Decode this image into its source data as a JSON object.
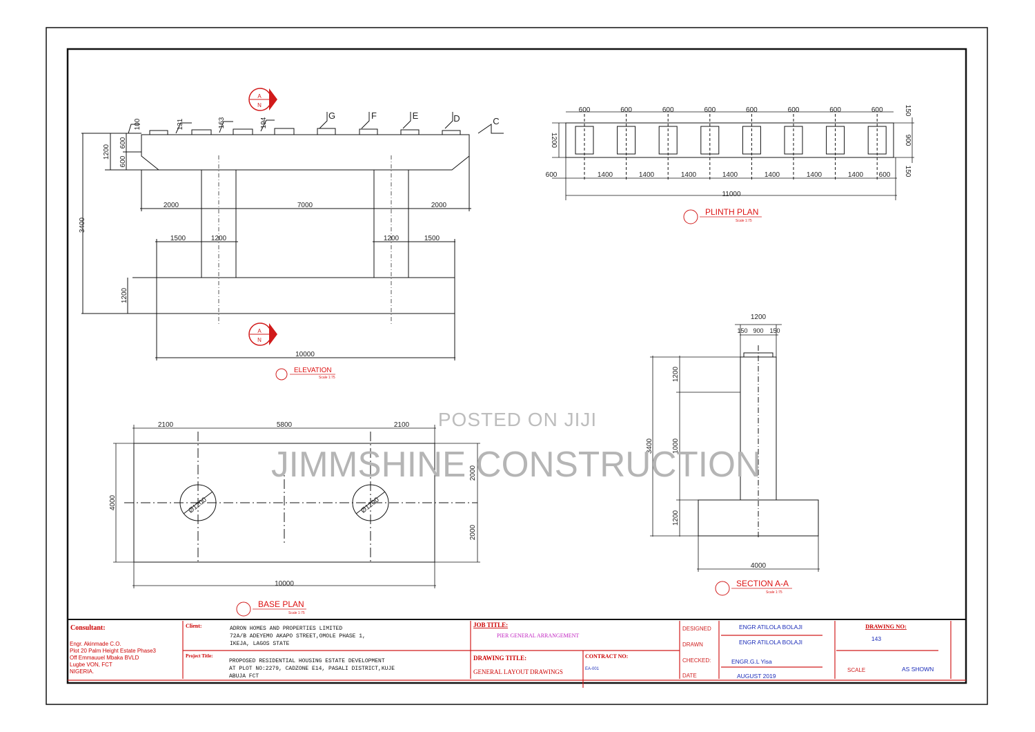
{
  "drawings": {
    "elevation": {
      "title": "ELEVATION",
      "scale": "Scale 1:75",
      "section_marker": {
        "letter": "A",
        "north": "N"
      },
      "section_marks": [
        "G",
        "F",
        "E",
        "D",
        "C"
      ],
      "dims": {
        "height_total": "3400",
        "cap_height": "1200",
        "cap_upper": "600",
        "cap_lower": "600",
        "base_height": "1200",
        "top_steps": [
          "100",
          "131",
          "163",
          "194"
        ],
        "cap_span": [
          "2000",
          "7000",
          "2000"
        ],
        "base_span": [
          "1500",
          "1200",
          "1200",
          "1500"
        ],
        "base_width": "10000"
      }
    },
    "plinth_plan": {
      "title": "PLINTH PLAN",
      "scale": "Scale 1:75",
      "top_dims": [
        "600",
        "600",
        "600",
        "600",
        "600",
        "600",
        "600",
        "600"
      ],
      "bottom_dims": [
        "600",
        "1400",
        "1400",
        "1400",
        "1400",
        "1400",
        "1400",
        "1400",
        "600"
      ],
      "total": "11000",
      "left_dim": "1200",
      "right_dims": [
        "150",
        "900",
        "150"
      ]
    },
    "base_plan": {
      "title": "BASE PLAN",
      "scale": "Scale 1:75",
      "top_dims": [
        "2100",
        "5800",
        "2100"
      ],
      "left_dim": "4000",
      "right_dims": [
        "2000",
        "2000"
      ],
      "bottom_dim": "10000",
      "pile_dia": "Ø1200"
    },
    "section_aa": {
      "title": "SECTION A-A",
      "scale": "Scale 1:75",
      "top_dims": {
        "total": "1200",
        "parts": [
          "150",
          "900",
          "150"
        ]
      },
      "left_dims": {
        "total": "3400",
        "parts": [
          "1200",
          "1000",
          "1200"
        ]
      },
      "bottom_dim": "4000"
    }
  },
  "watermark": {
    "line1": "POSTED ON JIJI",
    "line2": "JIMMSHINE CONSTRUCTION"
  },
  "title_block": {
    "consultant_label": "Consultant:",
    "consultant_lines": [
      "Engr. Akinmade C.O.",
      "Plot 20 Palm Height Estate Phase3",
      "Off Emmauuel Mbaka BVLD",
      "Lugbe VON, FCT",
      "NIGERIA."
    ],
    "client_label": "Client:",
    "client_lines": [
      "ADRON HOMES AND PROPERTIES LIMITED",
      "72A/B ADEYEMO AKAPO STREET,OMOLE PHASE 1,",
      "IKEJA, LAGOS STATE"
    ],
    "project_label": "Project Title:",
    "project_lines": [
      "PROPOSED RESIDENTIAL HOUSING ESTATE DEVELOPMENT",
      "AT PLOT NO:2279, CADZONE E14, PASALI DISTRICT,KUJE",
      "ABUJA FCT"
    ],
    "job_title_label": "JOB TITLE:",
    "job_title": "PIER GENERAL ARRANGEMENT",
    "drawing_title_label": "DRAWING TITLE:",
    "drawing_title": "GENERAL LAYOUT DRAWINGS",
    "contract_label": "CONTRACT NO:",
    "contract_no": "EA-001",
    "designed_label": "DESIGNED",
    "designed_by": "ENGR ATILOLA BOLAJI",
    "drawn_label": "DRAWN",
    "drawn_by": "ENGR ATILOLA BOLAJI",
    "checked_label": "CHECKED:",
    "checked_by": "ENGR.G.L Yisa",
    "date_label": "DATE",
    "date": "AUGUST 2019",
    "drawing_no_label": "DRAWING NO:",
    "drawing_no": "143",
    "scale_label": "SCALE",
    "scale_value": "AS SHOWN"
  },
  "colors": {
    "accent_red": "#d11a1a",
    "line": "#111111",
    "blue_text": "#1a2bb8"
  }
}
